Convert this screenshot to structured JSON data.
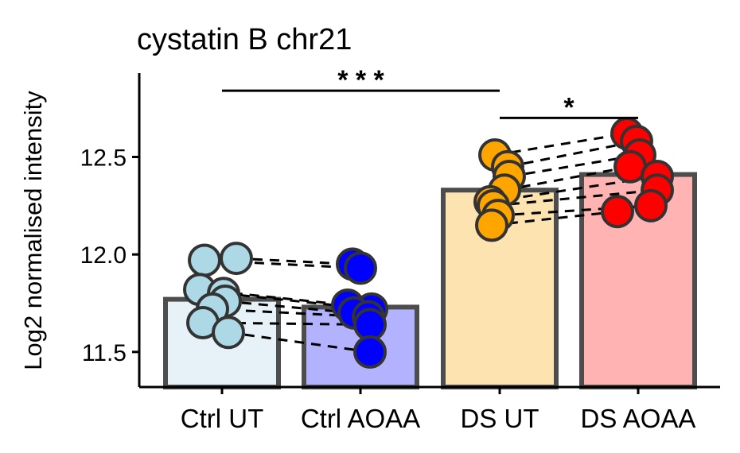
{
  "chart_data": {
    "type": "bar",
    "title": "cystatin B chr21",
    "xlabel": "",
    "ylabel": "Log2 normalised intensity",
    "ylim": [
      11.32,
      12.93
    ],
    "yticks": [
      11.5,
      12.0,
      12.5
    ],
    "ytick_labels": [
      "11.5",
      "12.0",
      "12.5"
    ],
    "categories": [
      "Ctrl UT",
      "Ctrl AOAA",
      "DS UT",
      "DS AOAA"
    ],
    "values": [
      11.77,
      11.73,
      12.33,
      12.41
    ],
    "bar_fills": [
      "#e6f2f8",
      "#b2b2ff",
      "#fce3b0",
      "#ffb3b3"
    ],
    "point_fills": [
      "#add8e6",
      "#0000ff",
      "#ffa500",
      "#ff0000"
    ],
    "bar_edge": "#4d4d4d",
    "points": [
      [
        11.98,
        11.97,
        11.82,
        11.8,
        11.76,
        11.72,
        11.65,
        11.6
      ],
      [
        11.95,
        11.93,
        11.74,
        11.72,
        11.7,
        11.68,
        11.64,
        11.5
      ],
      [
        12.51,
        12.45,
        12.4,
        12.33,
        12.27,
        12.25,
        12.2,
        12.15
      ],
      [
        12.62,
        12.58,
        12.51,
        12.45,
        12.4,
        12.33,
        12.25,
        12.22
      ]
    ],
    "significance": [
      {
        "label": "* * *",
        "from": 0,
        "to": 2,
        "y": 12.84
      },
      {
        "label": "*",
        "from": 2,
        "to": 3,
        "y": 12.7
      }
    ]
  }
}
